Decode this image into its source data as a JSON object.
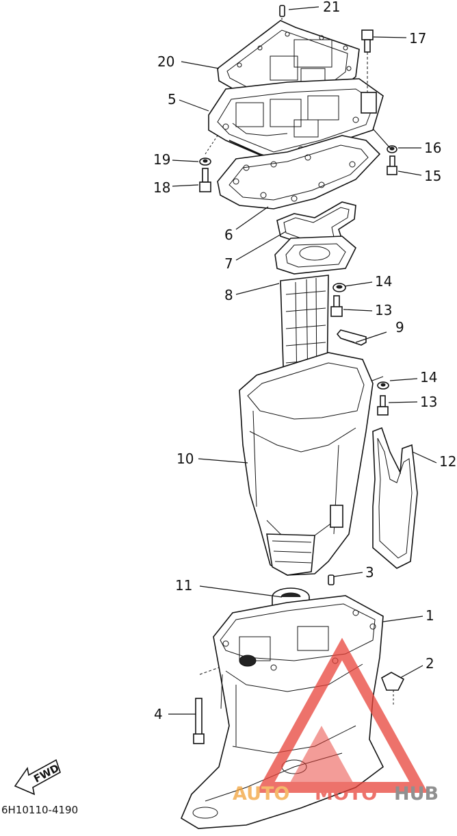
{
  "callouts": [
    {
      "id": "21",
      "text": "21"
    },
    {
      "id": "17",
      "text": "17"
    },
    {
      "id": "20",
      "text": "20"
    },
    {
      "id": "5",
      "text": "5"
    },
    {
      "id": "16",
      "text": "16"
    },
    {
      "id": "19",
      "text": "19"
    },
    {
      "id": "15",
      "text": "15"
    },
    {
      "id": "18",
      "text": "18"
    },
    {
      "id": "6",
      "text": "6"
    },
    {
      "id": "7",
      "text": "7"
    },
    {
      "id": "14a",
      "text": "14"
    },
    {
      "id": "8",
      "text": "8"
    },
    {
      "id": "13a",
      "text": "13"
    },
    {
      "id": "9",
      "text": "9"
    },
    {
      "id": "14b",
      "text": "14"
    },
    {
      "id": "13b",
      "text": "13"
    },
    {
      "id": "12",
      "text": "12"
    },
    {
      "id": "10",
      "text": "10"
    },
    {
      "id": "3",
      "text": "3"
    },
    {
      "id": "11",
      "text": "11"
    },
    {
      "id": "1",
      "text": "1"
    },
    {
      "id": "2",
      "text": "2"
    },
    {
      "id": "4",
      "text": "4"
    }
  ],
  "fwd_label": "FWD",
  "diagram_code": "6H10110-4190",
  "watermark": {
    "part1": "AUTO",
    "part2": "MOTO",
    "part3": "HUB"
  },
  "colors": {
    "watermark_orange": "#f2a23a",
    "watermark_red": "#e8433a",
    "watermark_gray": "#6b6b6b",
    "line": "#111111"
  }
}
